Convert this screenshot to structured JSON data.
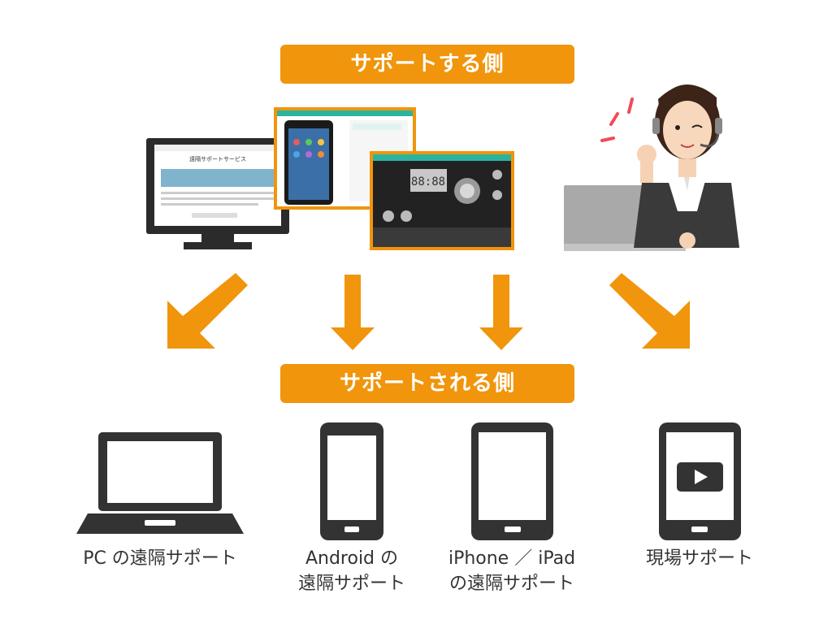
{
  "header": {
    "supporter_label": "サポートする側"
  },
  "section": {
    "supported_label": "サポートされる側"
  },
  "devices": [
    {
      "name": "pc",
      "caption_line1": "PC の遠隔サポート",
      "caption_line2": ""
    },
    {
      "name": "android",
      "caption_line1": "Android の",
      "caption_line2": "遠隔サポート"
    },
    {
      "name": "ios",
      "caption_line1": "iPhone ／ iPad",
      "caption_line2": "の遠隔サポート"
    },
    {
      "name": "field",
      "caption_line1": "現場サポート",
      "caption_line2": ""
    }
  ],
  "screen_texts": {
    "monitor_title": "遠隔サポートサービス",
    "remote_panel": "88:88"
  },
  "colors": {
    "accent": "#f0950c",
    "device": "#333333",
    "screen_frame": "#f0950c",
    "teal": "#2ab4a0"
  },
  "icons": [
    "arrow-down-left-icon",
    "arrow-down-icon",
    "arrow-down-right-icon",
    "laptop-icon",
    "smartphone-icon",
    "tablet-icon",
    "video-tablet-icon",
    "operator-illustration"
  ]
}
